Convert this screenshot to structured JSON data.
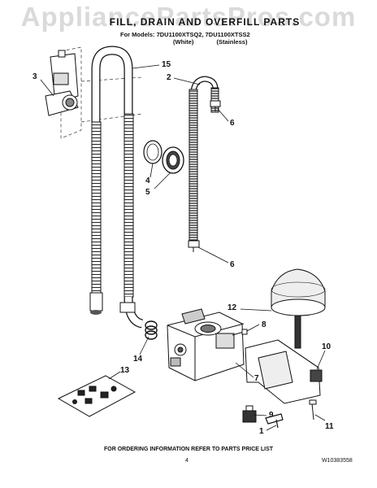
{
  "watermark": "AppliancePartsPros.com",
  "header": {
    "title": "FILL, DRAIN AND OVERFILL PARTS",
    "models": "For Models: 7DU1100XTSQ2, 7DU1100XTSS2",
    "variant_white": "(White)",
    "variant_stainless": "(Stainless)"
  },
  "callouts": {
    "c15": "15",
    "c2": "2",
    "c3": "3",
    "c6a": "6",
    "c4": "4",
    "c5": "5",
    "c6b": "6",
    "c12": "12",
    "c8": "8",
    "c10": "10",
    "c14": "14",
    "c7": "7",
    "c13": "13",
    "c9": "9",
    "c11": "11",
    "c1": "1"
  },
  "footer": {
    "notice": "FOR ORDERING INFORMATION REFER TO PARTS PRICE LIST",
    "page": "4",
    "doc_number": "W10383558"
  },
  "colors": {
    "ink": "#111111",
    "watermark": "#969696"
  }
}
